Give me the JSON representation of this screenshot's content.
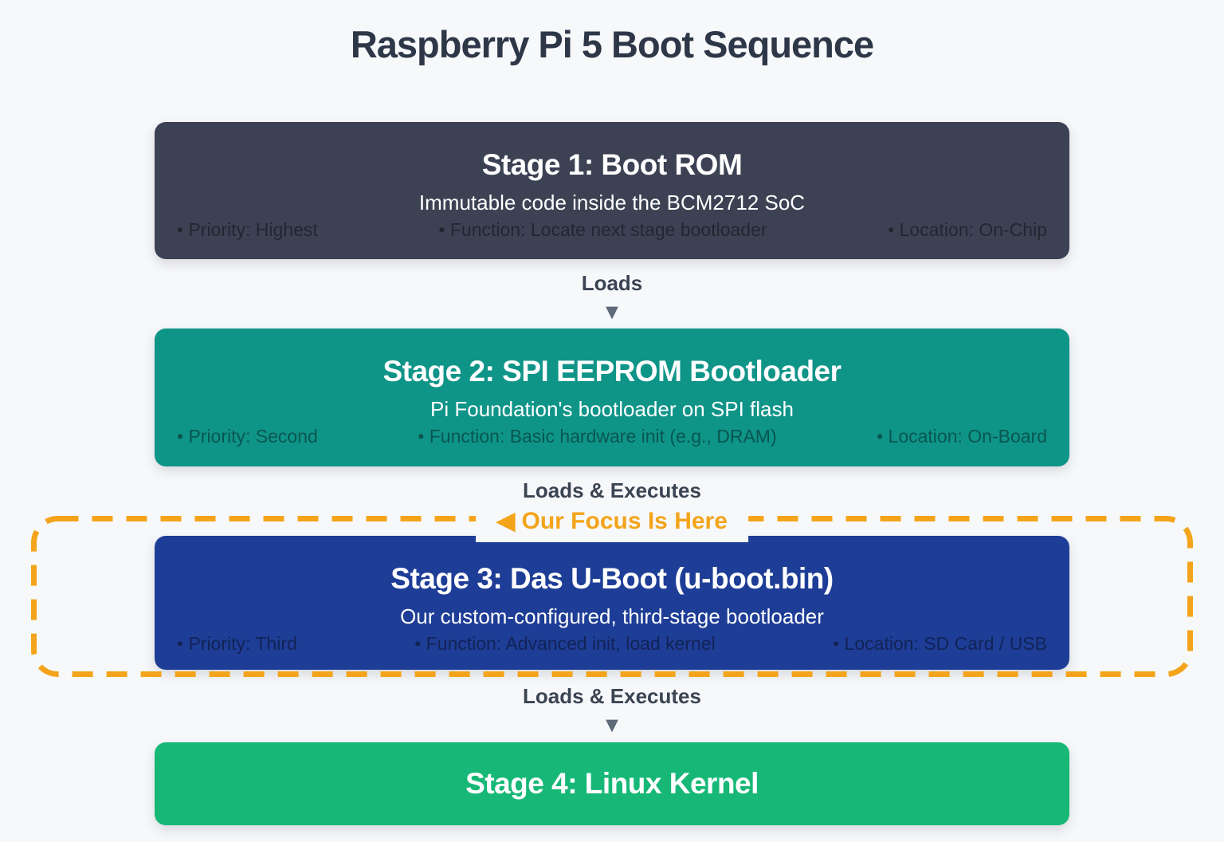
{
  "title": "Raspberry Pi 5 Boot Sequence",
  "colors": {
    "background": "#f7f8fa",
    "title_text": "#2d3748",
    "connector_text": "#3b4453",
    "arrow": "#5e6a7a",
    "accent_orange": "#f3a41a",
    "stage1_bg": "#3c4254",
    "stage2_bg": "#0f9488",
    "stage3_bg": "#1e3d96",
    "stage4_bg": "#17b877"
  },
  "stages": [
    {
      "title": "Stage 1: Boot ROM",
      "subtitle": "Immutable code inside the BCM2712 SoC",
      "meta": [
        "• Priority: Highest",
        "• Function: Locate next stage bootloader",
        "• Location: On-Chip"
      ]
    },
    {
      "title": "Stage 2: SPI EEPROM Bootloader",
      "subtitle": "Pi Foundation's bootloader on SPI flash",
      "meta": [
        "• Priority: Second",
        "• Function: Basic hardware init (e.g., DRAM)",
        "• Location: On-Board"
      ]
    },
    {
      "title": "Stage 3: Das U-Boot (u-boot.bin)",
      "subtitle": "Our custom-configured, third-stage bootloader",
      "meta": [
        "• Priority: Third",
        "• Function: Advanced init, load kernel",
        "• Location: SD Card / USB"
      ]
    },
    {
      "title": "Stage 4: Linux Kernel"
    }
  ],
  "connectors": {
    "loads": "Loads",
    "loads_executes_1": "Loads & Executes",
    "loads_executes_2": "Loads & Executes",
    "arrow_glyph": "▼"
  },
  "focus": {
    "label": "◀ Our Focus Is Here"
  }
}
